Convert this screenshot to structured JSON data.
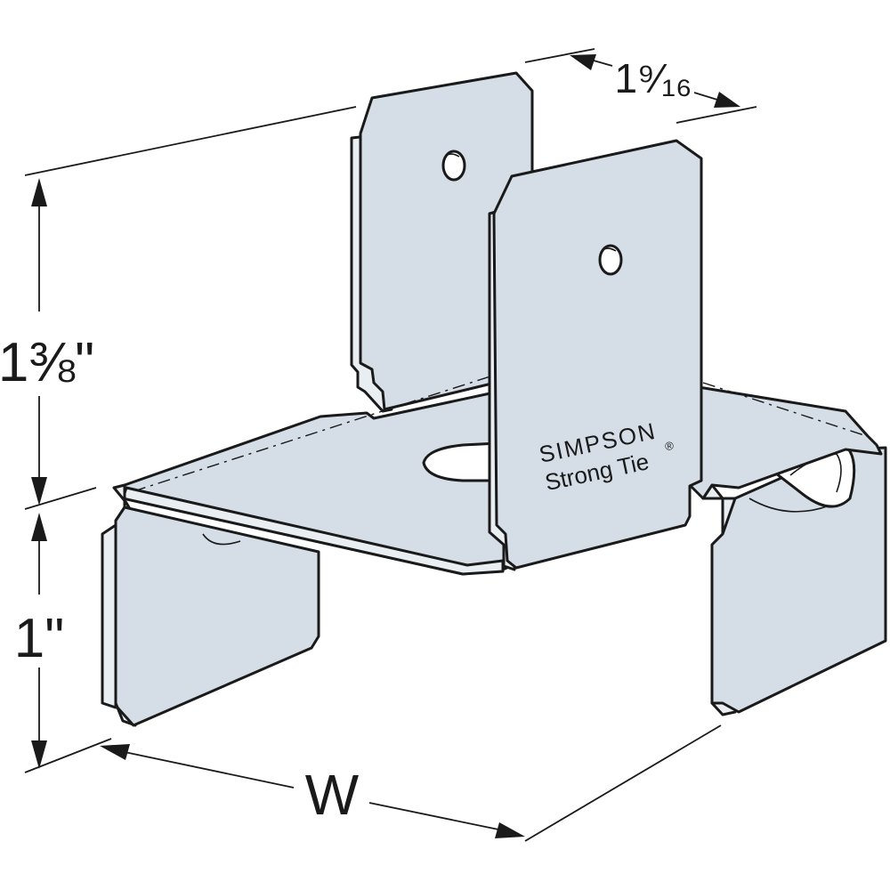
{
  "dimensions": {
    "height_upper": "1⅜\"",
    "height_lower": "1\"",
    "depth": "1⁹⁄₁₆",
    "width": "W"
  },
  "brand": {
    "line1": "SIMPSON",
    "line2": "Strong Tie",
    "mark": "®"
  },
  "colors": {
    "metal": "#d5dde6",
    "ink": "#1a1a1a"
  }
}
